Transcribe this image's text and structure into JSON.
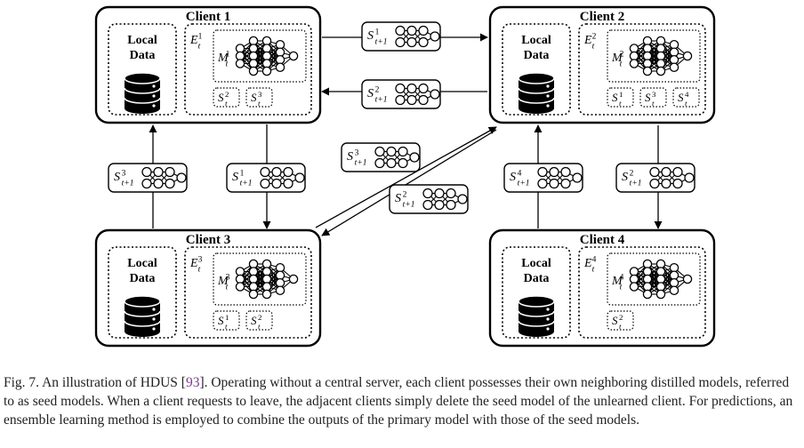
{
  "clients": [
    {
      "id": "client-1",
      "title": "Client 1",
      "ensemble": "1",
      "model": "1",
      "seeds": [
        "2",
        "3"
      ]
    },
    {
      "id": "client-2",
      "title": "Client 2",
      "ensemble": "2",
      "model": "2",
      "seeds": [
        "1",
        "3",
        "4"
      ]
    },
    {
      "id": "client-3",
      "title": "Client 3",
      "ensemble": "3",
      "model": "3",
      "seeds": [
        "1",
        "2"
      ]
    },
    {
      "id": "client-4",
      "title": "Client 4",
      "ensemble": "4",
      "model": "4",
      "seeds": [
        "2"
      ]
    }
  ],
  "local_data_label": [
    "Local",
    "Data"
  ],
  "symbols": {
    "ensemble": "E",
    "model": "M",
    "seed": "S",
    "time": "t",
    "next_time": "t+1"
  },
  "transfers": [
    {
      "id": "c1-to-c2",
      "seed": "1"
    },
    {
      "id": "c2-to-c1",
      "seed": "2"
    },
    {
      "id": "c1-to-c3",
      "seed": "1"
    },
    {
      "id": "c3-to-c1",
      "seed": "3"
    },
    {
      "id": "c3-to-c2",
      "seed": "3"
    },
    {
      "id": "c2-to-c3",
      "seed": "2"
    },
    {
      "id": "c4-to-c2",
      "seed": "4"
    },
    {
      "id": "c2-to-c4",
      "seed": "2"
    }
  ],
  "caption": {
    "prefix": "Fig. 7.  An illustration of HDUS [",
    "citation": "93",
    "suffix": "]. Operating without a central server, each client possesses their own neighboring distilled models, referred to as seed models. When a client requests to leave, the adjacent clients simply delete the seed model of the unlearned client. For predictions, an ensemble learning method is employed to combine the outputs of the primary model with those of the seed models."
  }
}
